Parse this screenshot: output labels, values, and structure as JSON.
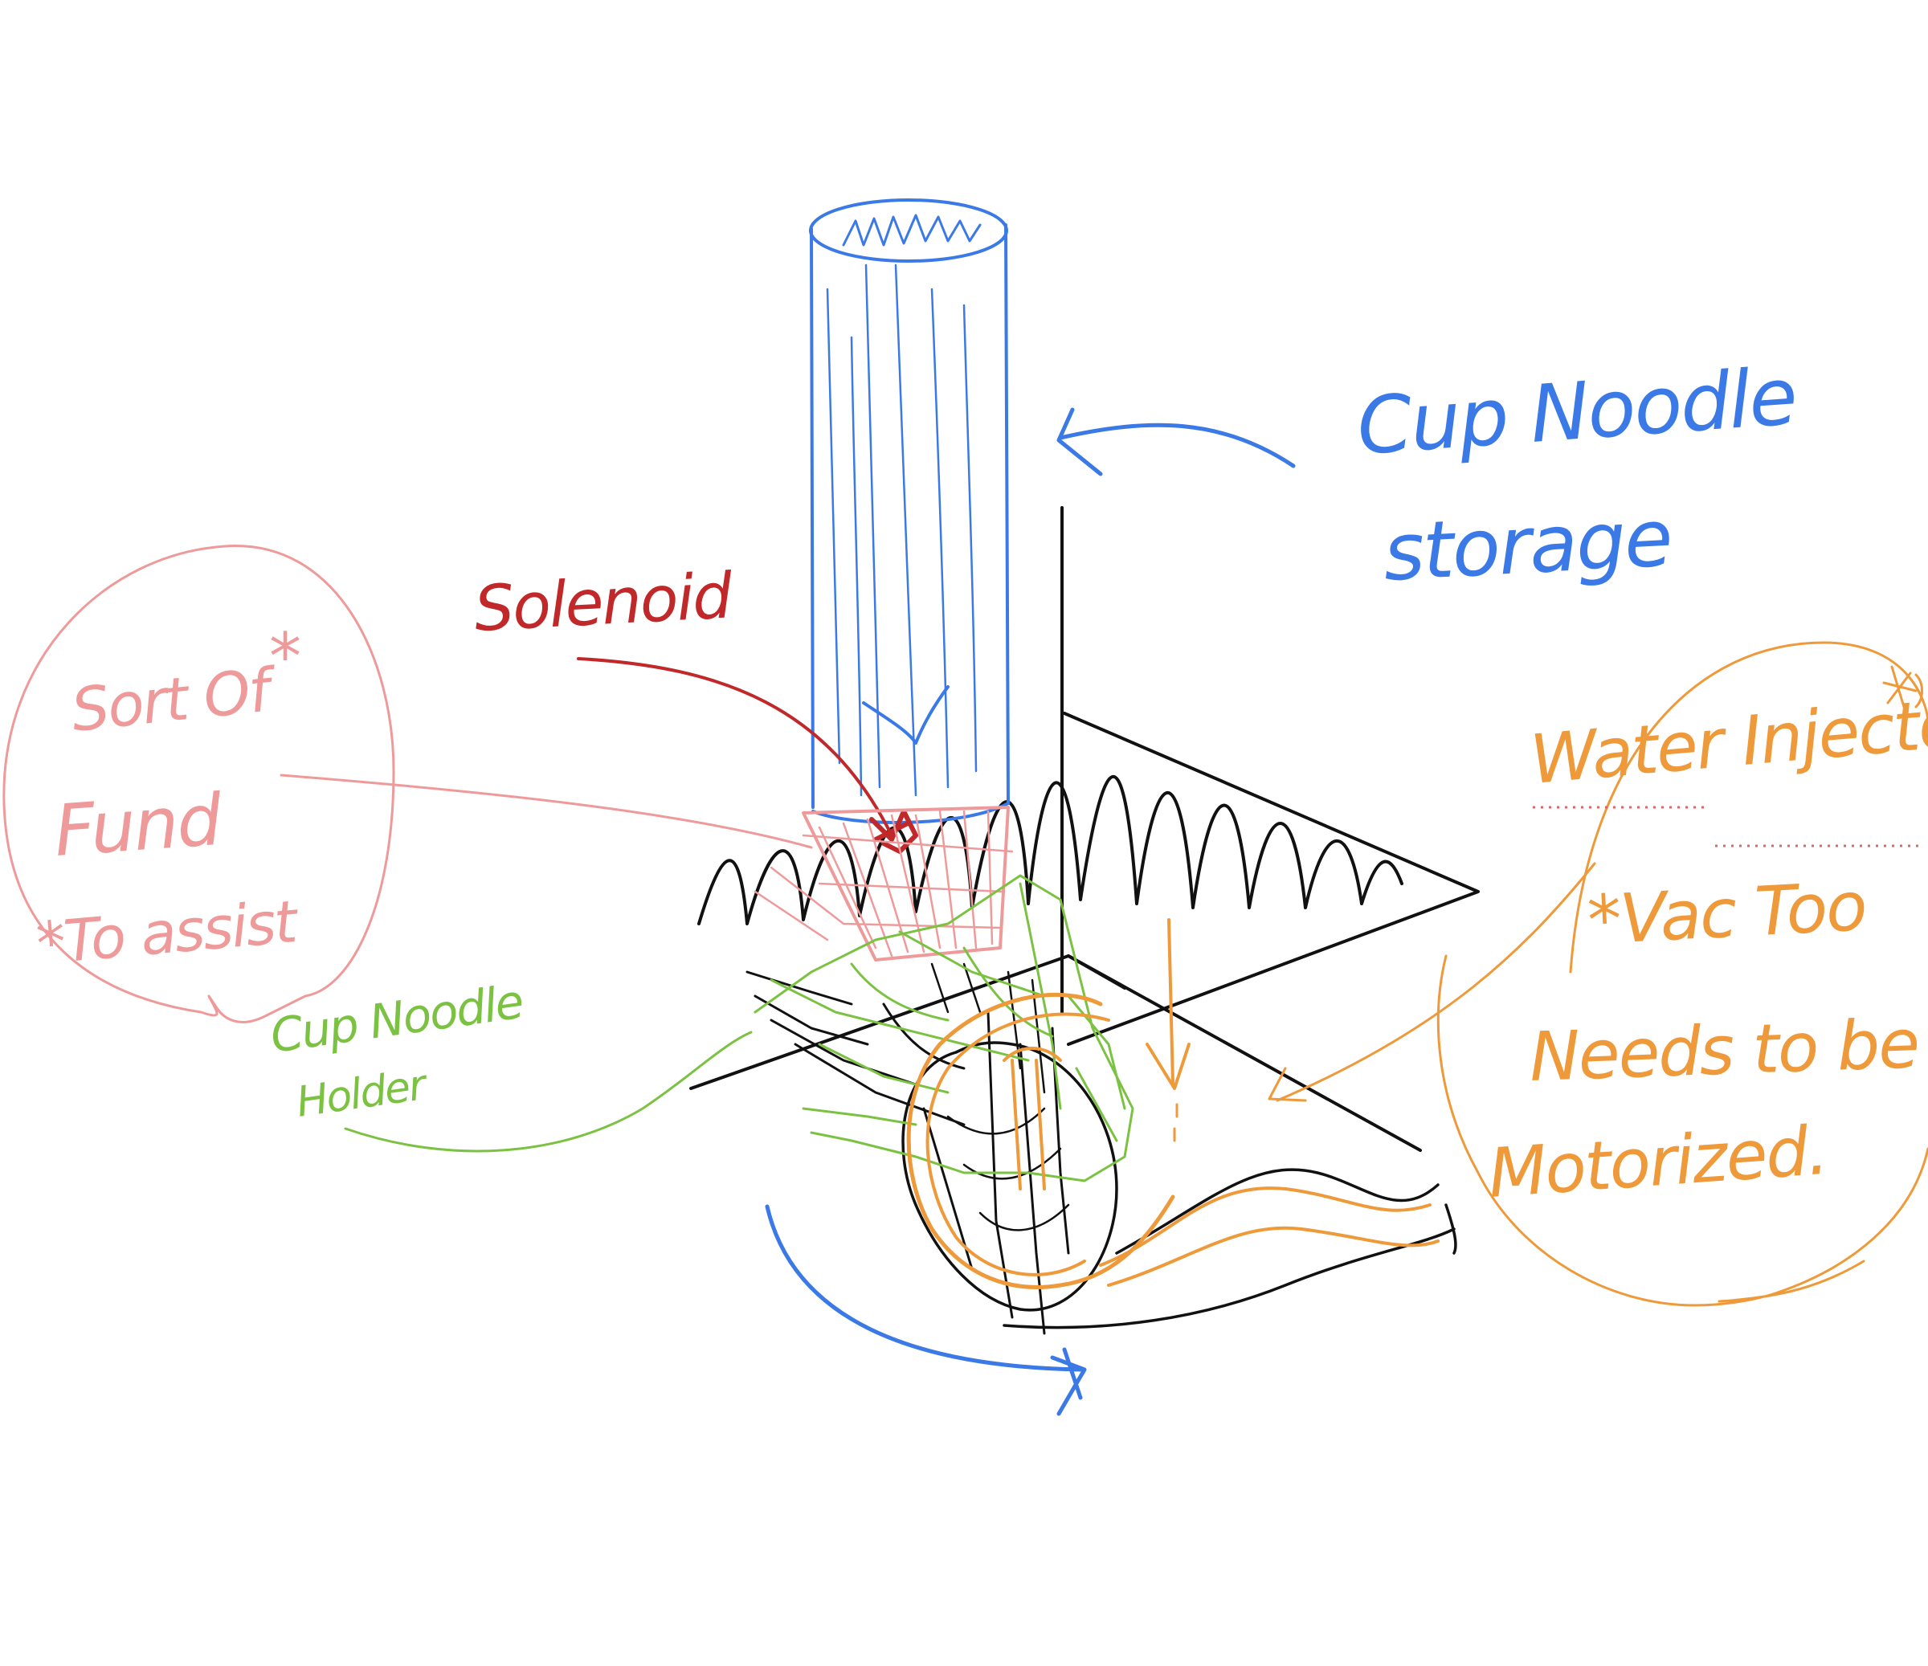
{
  "colors": {
    "storage": "#3b7ae6",
    "solenoid": "#c0282a",
    "funnel": "#ef9a9a",
    "holder": "#7cc242",
    "injector": "#ee9a3a",
    "structure": "#111111"
  },
  "labels": {
    "storage_line1": "Cup Noodle",
    "storage_line2": "storage",
    "solenoid": "Solenoid",
    "funnel_line1": "Sort Of",
    "funnel_line2": "Fund",
    "funnel_line3": "*To assist",
    "holder_line1": "Cup Noodle",
    "holder_line2": "Holder",
    "injector_title": "Water Injector",
    "injector_line1": "*Vac Too",
    "injector_line2": "Needs to be",
    "injector_line3": "Motorized."
  }
}
